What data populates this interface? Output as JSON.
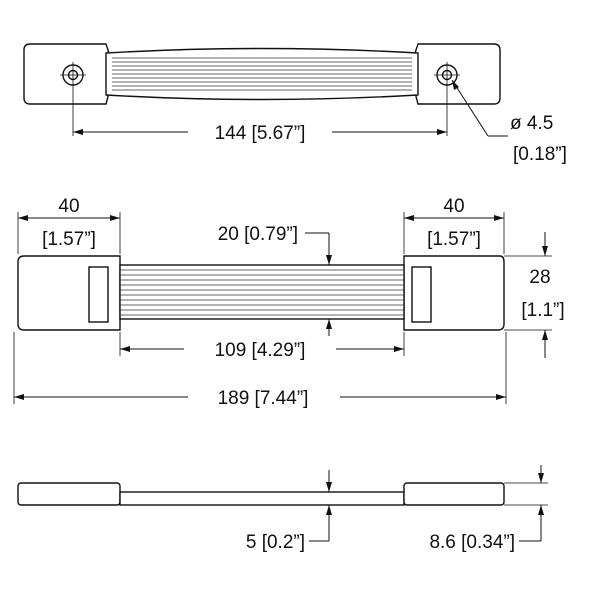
{
  "top_view": {
    "hole_spacing": "144 [5.67”]",
    "hole_diameter_metric": "ø 4.5",
    "hole_diameter_imperial": "[0.18”]"
  },
  "front_view": {
    "left_end_width_metric": "40",
    "left_end_width_imperial": "[1.57”]",
    "right_end_width_metric": "40",
    "right_end_width_imperial": "[1.57”]",
    "strap_width": "20 [0.79”]",
    "end_height_metric": "28",
    "end_height_imperial": "[1.1”]",
    "grip_length": "109 [4.29”]",
    "overall_length": "189 [7.44”]"
  },
  "side_view": {
    "strap_thickness": "5 [0.2”]",
    "end_thickness": "8.6 [0.34”]"
  }
}
